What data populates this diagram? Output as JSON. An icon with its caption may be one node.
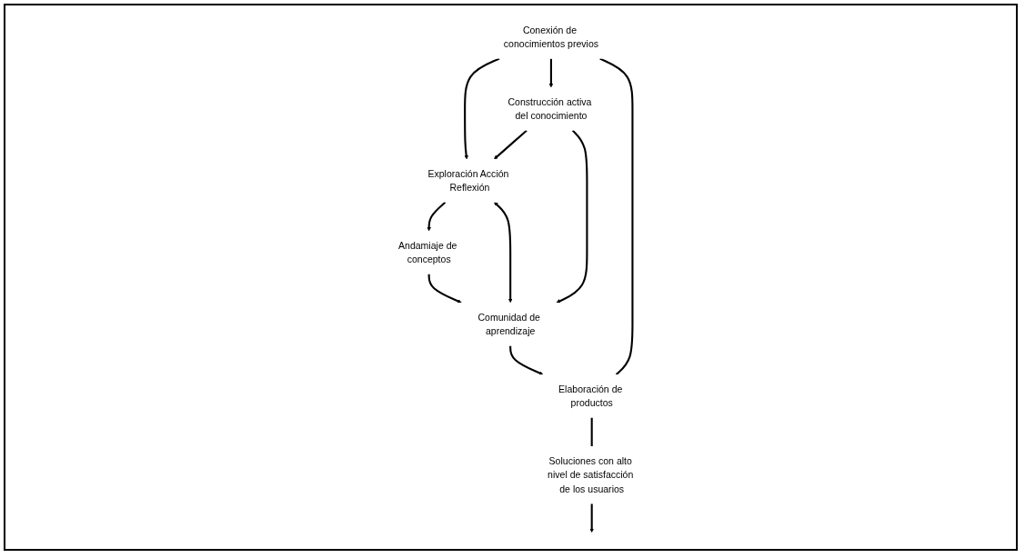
{
  "diagram": {
    "nodes": [
      {
        "text": [
          "Conexión de conocimientos previos"
        ]
      },
      {
        "text": [
          "Exploración Acción Reflexión"
        ]
      },
      {
        "text": [
          "Construcción activa del conocimiento"
        ]
      },
      {
        "text": [
          "Andamiaje de conceptos"
        ]
      },
      {
        "text": [
          "Comunidad de aprendizaje"
        ]
      },
      {
        "text": [
          "Elaboración de productos"
        ]
      },
      {
        "text": [
          "Soluciones con alto nivel de satisfacción de los usuarios"
        ]
      }
    ],
    "edges": [
      {
        "from": 0,
        "to": 1,
        "arrow": "to"
      },
      {
        "from": 0,
        "to": 2,
        "arrow": "to"
      },
      {
        "from": 2,
        "to": 1,
        "arrow": "to"
      },
      {
        "from": 1,
        "to": 3,
        "arrow": "to"
      },
      {
        "from": 3,
        "to": 4,
        "arrow": "to"
      },
      {
        "from": 2,
        "to": 4,
        "arrow": "to"
      },
      {
        "from": 4,
        "to": 1,
        "arrow": "both"
      },
      {
        "from": 4,
        "to": 5,
        "arrow": "to"
      },
      {
        "from": 5,
        "to": 0,
        "arrow": "none"
      },
      {
        "from": 5,
        "to": 6,
        "arrow": "none"
      },
      {
        "from": 6,
        "to": null,
        "arrow": "to"
      }
    ]
  }
}
